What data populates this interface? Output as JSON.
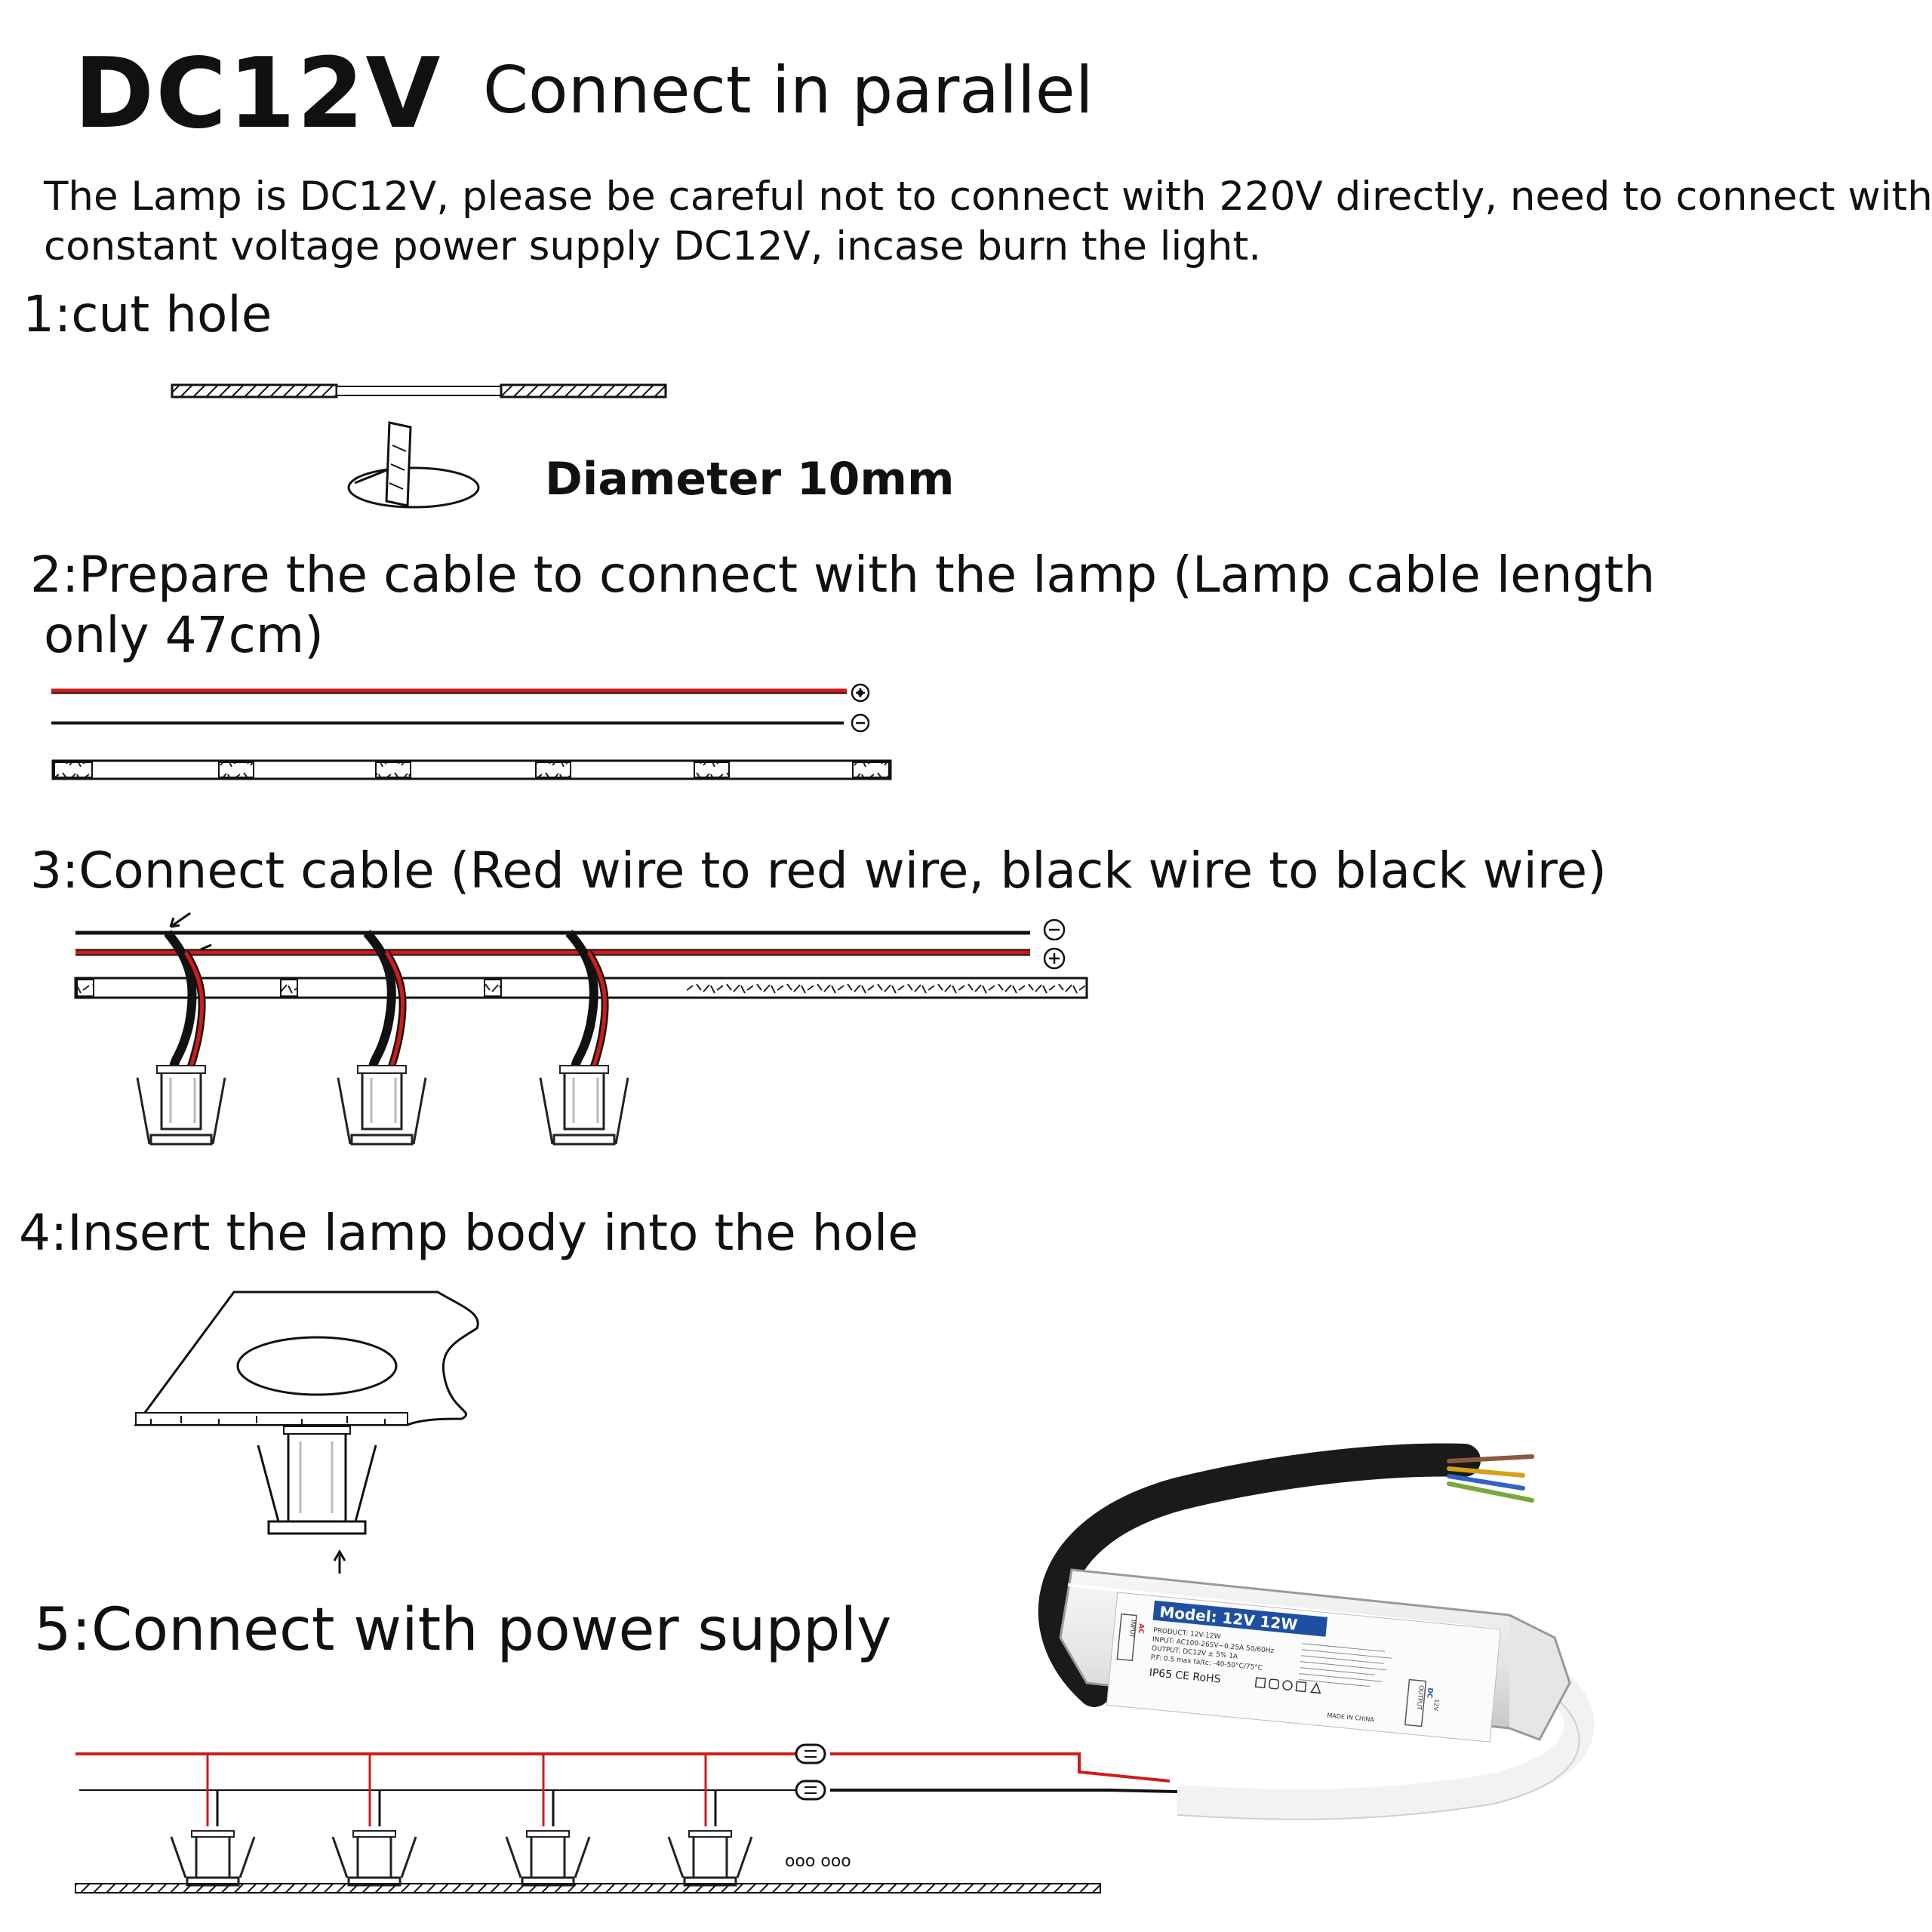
{
  "title": "DC12V",
  "subtitle": "Connect in parallel",
  "warning_line1": "The Lamp is DC12V, please be careful not to connect with 220V directly, need to connect with",
  "warning_line2": "constant voltage power supply DC12V, incase burn the light.",
  "steps": [
    {
      "label": "1:cut hole"
    },
    {
      "label": "2:Prepare the cable to connect with the lamp (Lamp cable length",
      "label2": "only 47cm)"
    },
    {
      "label": "3:Connect cable (Red wire to red wire, black wire to black wire)"
    },
    {
      "label": "4:Insert the lamp body into the hole"
    },
    {
      "label": "5:Connect with power supply"
    }
  ],
  "diameter_label": "Diameter 10mm",
  "power_supply": {
    "model": "Model: 12V  12W",
    "product": "PRODUCT: 12V-12W",
    "input": "INPUT: AC100-265V~0.25A 50/60Hz",
    "output": "OUTPUT: DC12V ± 5% 1A",
    "pf": "P.F: 0.5 max  ta/tc: -40-50°C/75°C",
    "cert": "IP65  CE RoHS",
    "made": "MADE IN CHINA",
    "input_tag": "INPUT",
    "output_tag": "OUTPUT",
    "ac_tag": "AC",
    "dc_tag": "DC",
    "v12_tag": "12V"
  },
  "dots": "ooo ooo",
  "colors": {
    "red_wire": "#d11a1a",
    "black_wire": "#111111",
    "label_blue": "#1f4fa3",
    "cable_black": "#1a1a1a",
    "sheath_white": "#f2f2f2"
  }
}
